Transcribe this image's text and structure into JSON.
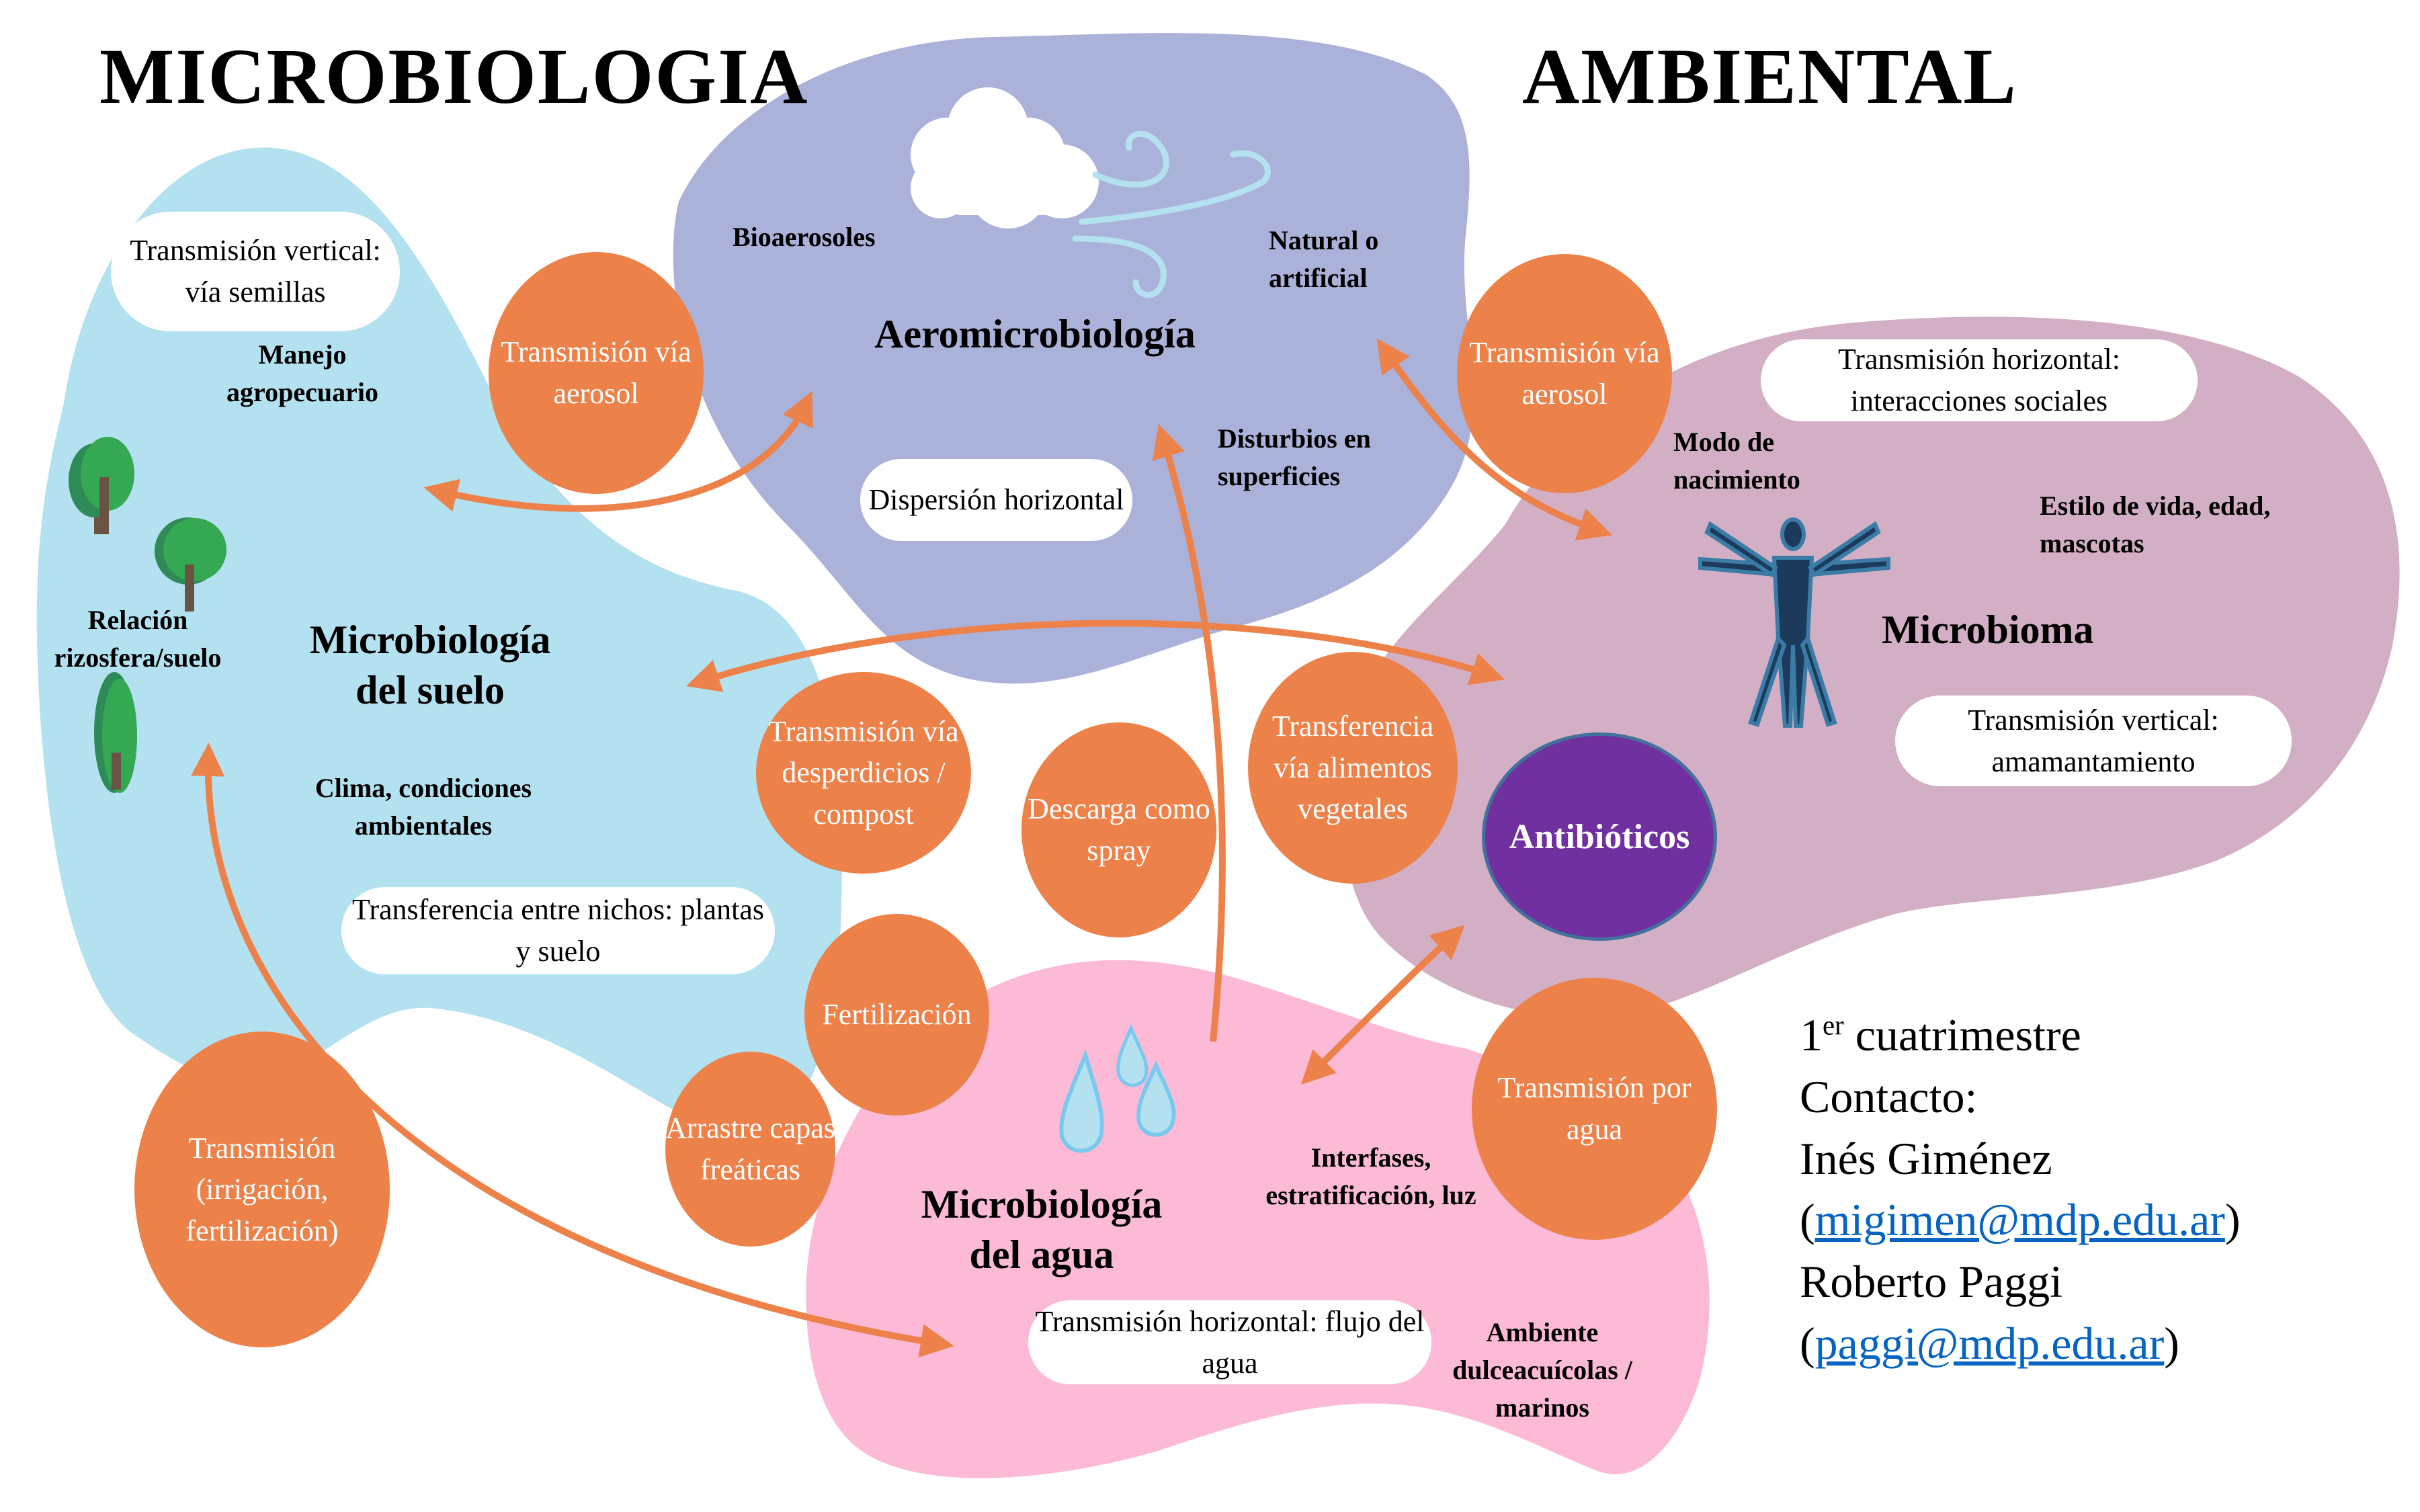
{
  "title": {
    "left": "MICROBIOLOGIA",
    "right": "AMBIENTAL"
  },
  "colors": {
    "soil": "#B4E1F0",
    "air": "#AAB2DA",
    "microbiome": "#D3AFC6",
    "water": "#FCBAD7",
    "connector": "#EC814A",
    "antibiotics": "#7030A0",
    "link": "#0563C1"
  },
  "soil": {
    "heading_line1": "Microbiología",
    "heading_line2": "del suelo",
    "pill_vertical": "Transmisión vertical: vía semillas",
    "label_manejo": "Manejo agropecuario",
    "label_rizosfera": "Relación rizosfera/suelo",
    "label_clima": "Clima, condiciones ambientales",
    "pill_transferencia": "Transferencia entre nichos: plantas y suelo",
    "icons": [
      "tree-icon",
      "tree-icon",
      "tree-icon"
    ]
  },
  "air": {
    "heading": "Aeromicrobiología",
    "label_bioaerosoles": "Bioaerosoles",
    "label_natural": "Natural o artificial",
    "label_disturbios": "Disturbios en superficies",
    "pill_dispersion": "Dispersión horizontal",
    "icons": [
      "cloud-wind-icon"
    ]
  },
  "microbiome": {
    "heading": "Microbioma",
    "pill_horizontal": "Transmisión horizontal: interacciones sociales",
    "label_modo": "Modo de nacimiento",
    "label_estilo": "Estilo de vida, edad, mascotas",
    "pill_vertical": "Transmisión vertical: amamantamiento",
    "icons": [
      "human-figure-icon"
    ]
  },
  "water": {
    "heading_line1": "Microbiología",
    "heading_line2": "del agua",
    "label_interfases": "Interfases, estratificación, luz",
    "pill_horizontal": "Transmisión horizontal: flujo del agua",
    "label_ambiente": "Ambiente dulceacuícolas / marinos",
    "icons": [
      "water-drops-icon"
    ]
  },
  "connectors": {
    "aerosol_left": "Transmisión vía aerosol",
    "aerosol_right": "Transmisión vía aerosol",
    "desperdicios": "Transmisión vía desperdicios / compost",
    "descarga": "Descarga como spray",
    "alimentos": "Transferencia vía alimentos vegetales",
    "fertilizacion": "Fertilización",
    "arrastre": "Arrastre capas freáticas",
    "irrigacion": "Transmisión (irrigación, fertilización)",
    "por_agua": "Transmisión por agua"
  },
  "antibiotics": {
    "label": "Antibióticos"
  },
  "contact": {
    "semester_number": "1",
    "semester_suffix": "er",
    "semester_text": " cuatrimestre",
    "heading": "Contacto:",
    "person1_name": "Inés Giménez",
    "person1_email": "migimen@mdp.edu.ar",
    "person2_name": "Roberto Paggi",
    "person2_email": "paggi@mdp.edu.ar"
  }
}
